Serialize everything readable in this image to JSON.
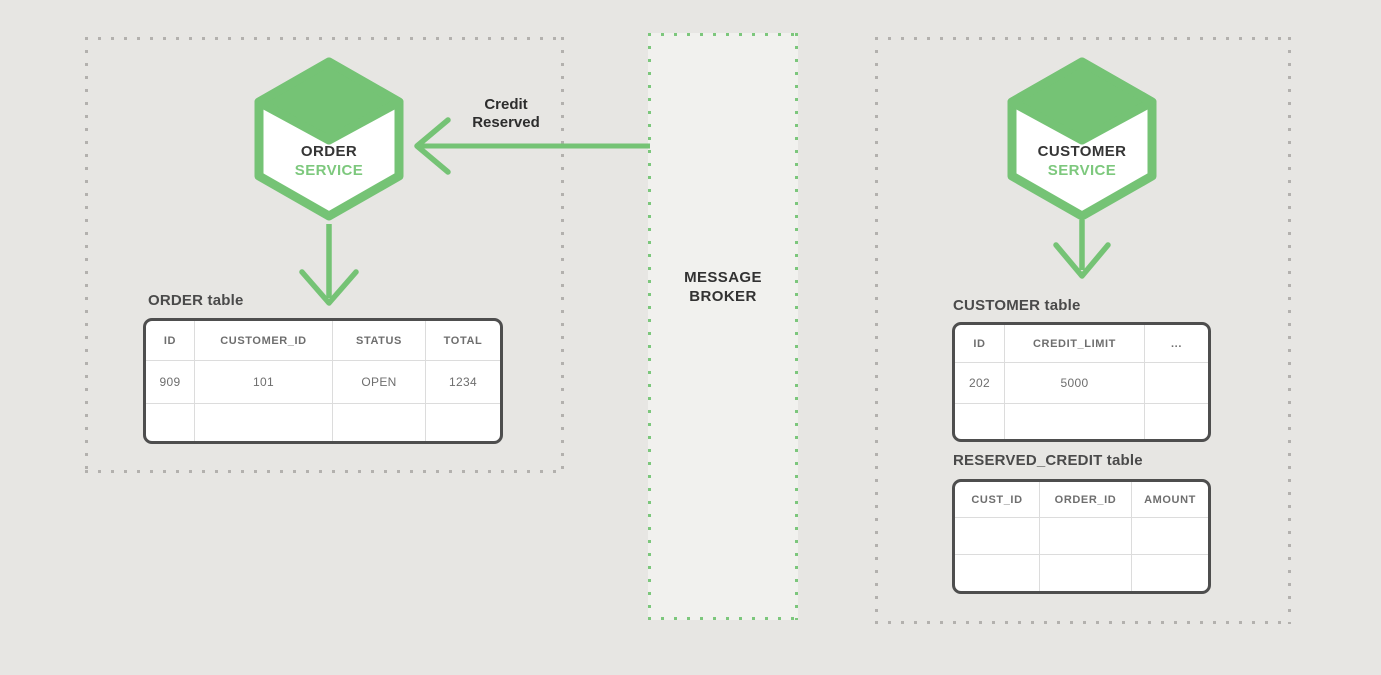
{
  "colors": {
    "background": "#e7e6e3",
    "green": "#75c375",
    "green_text": "#7dc87d",
    "dot_gray": "#b3b1ae",
    "dot_green": "#7cc77c",
    "broker_fill": "#f1f1ee",
    "table_border": "#4e4e4e",
    "grid_line": "#dcdcdc",
    "text_dark": "#2d2d2d",
    "text_gray": "#6e6e6e"
  },
  "broker": {
    "label": "MESSAGE\nBROKER"
  },
  "message_arrow": {
    "label": "Credit\nReserved"
  },
  "left_region": {
    "service": {
      "name": "ORDER",
      "type": "SERVICE"
    },
    "table_label": "ORDER table",
    "table": {
      "headers": [
        "ID",
        "CUSTOMER_ID",
        "STATUS",
        "TOTAL"
      ],
      "rows": [
        [
          "909",
          "101",
          "OPEN",
          "1234"
        ],
        [
          "",
          "",
          "",
          ""
        ]
      ]
    }
  },
  "right_region": {
    "service": {
      "name": "CUSTOMER",
      "type": "SERVICE"
    },
    "customer_table_label": "CUSTOMER table",
    "customer_table": {
      "headers": [
        "ID",
        "CREDIT_LIMIT",
        "..."
      ],
      "rows": [
        [
          "202",
          "5000",
          ""
        ],
        [
          "",
          "",
          ""
        ]
      ]
    },
    "reserved_table_label": "RESERVED_CREDIT table",
    "reserved_table": {
      "headers": [
        "CUST_ID",
        "ORDER_ID",
        "AMOUNT"
      ],
      "rows": [
        [
          "",
          "",
          ""
        ],
        [
          "",
          "",
          ""
        ]
      ]
    }
  }
}
